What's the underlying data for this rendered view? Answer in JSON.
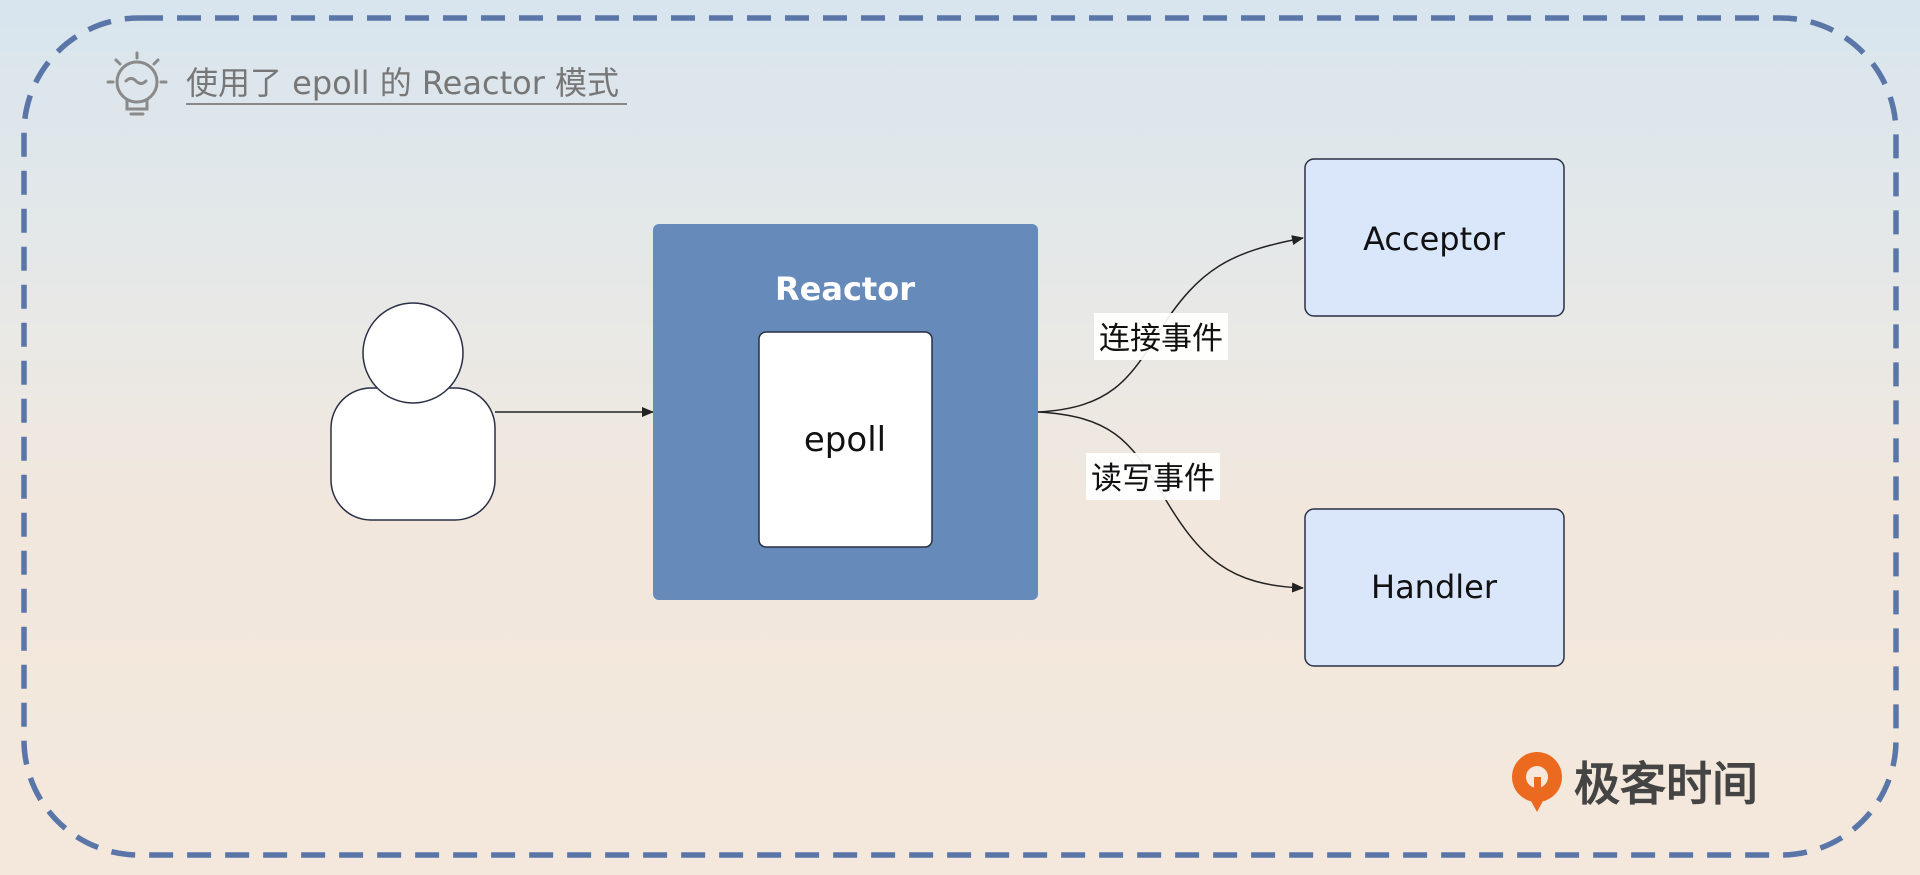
{
  "header": {
    "title": "使用了 epoll 的 Reactor 模式",
    "icon": "lightbulb-icon"
  },
  "diagram": {
    "reactor_label": "Reactor",
    "epoll_label": "epoll",
    "acceptor_label": "Acceptor",
    "handler_label": "Handler",
    "edge_connect_label": "连接事件",
    "edge_readwrite_label": "读写事件",
    "client_icon": "user-icon"
  },
  "brand": {
    "name": "极客时间",
    "icon": "geektime-logo-icon"
  },
  "colors": {
    "frame_dash": "#5a76a8",
    "reactor_fill": "#668bbb",
    "node_fill": "#dae7fb",
    "node_stroke": "#2a2f45",
    "brand_orange": "#ec6a20",
    "brand_text": "#444444",
    "title_text": "#777777"
  }
}
